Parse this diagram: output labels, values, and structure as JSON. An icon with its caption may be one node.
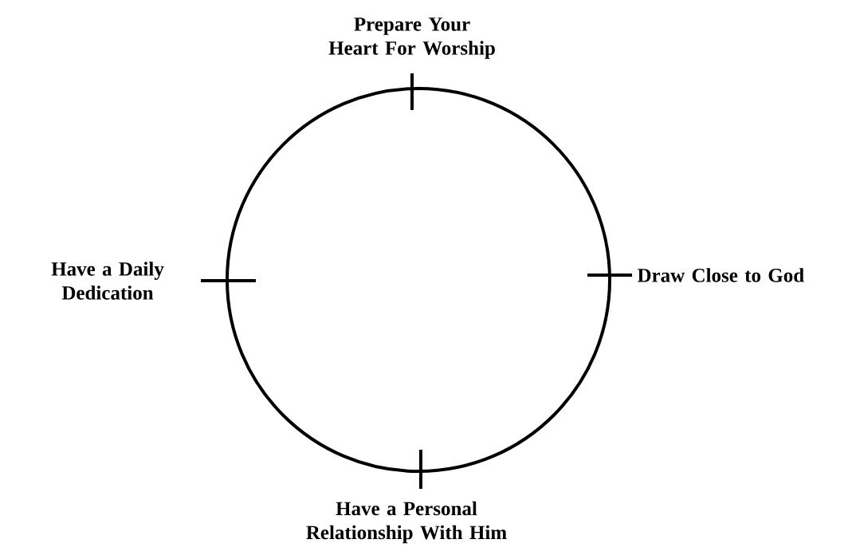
{
  "diagram": {
    "labels": [
      "Prepare Your Heart For Worship",
      "Have a Daily Dedication",
      "Draw Close to God",
      "Have a Personal Relationship With Him"
    ]
  }
}
